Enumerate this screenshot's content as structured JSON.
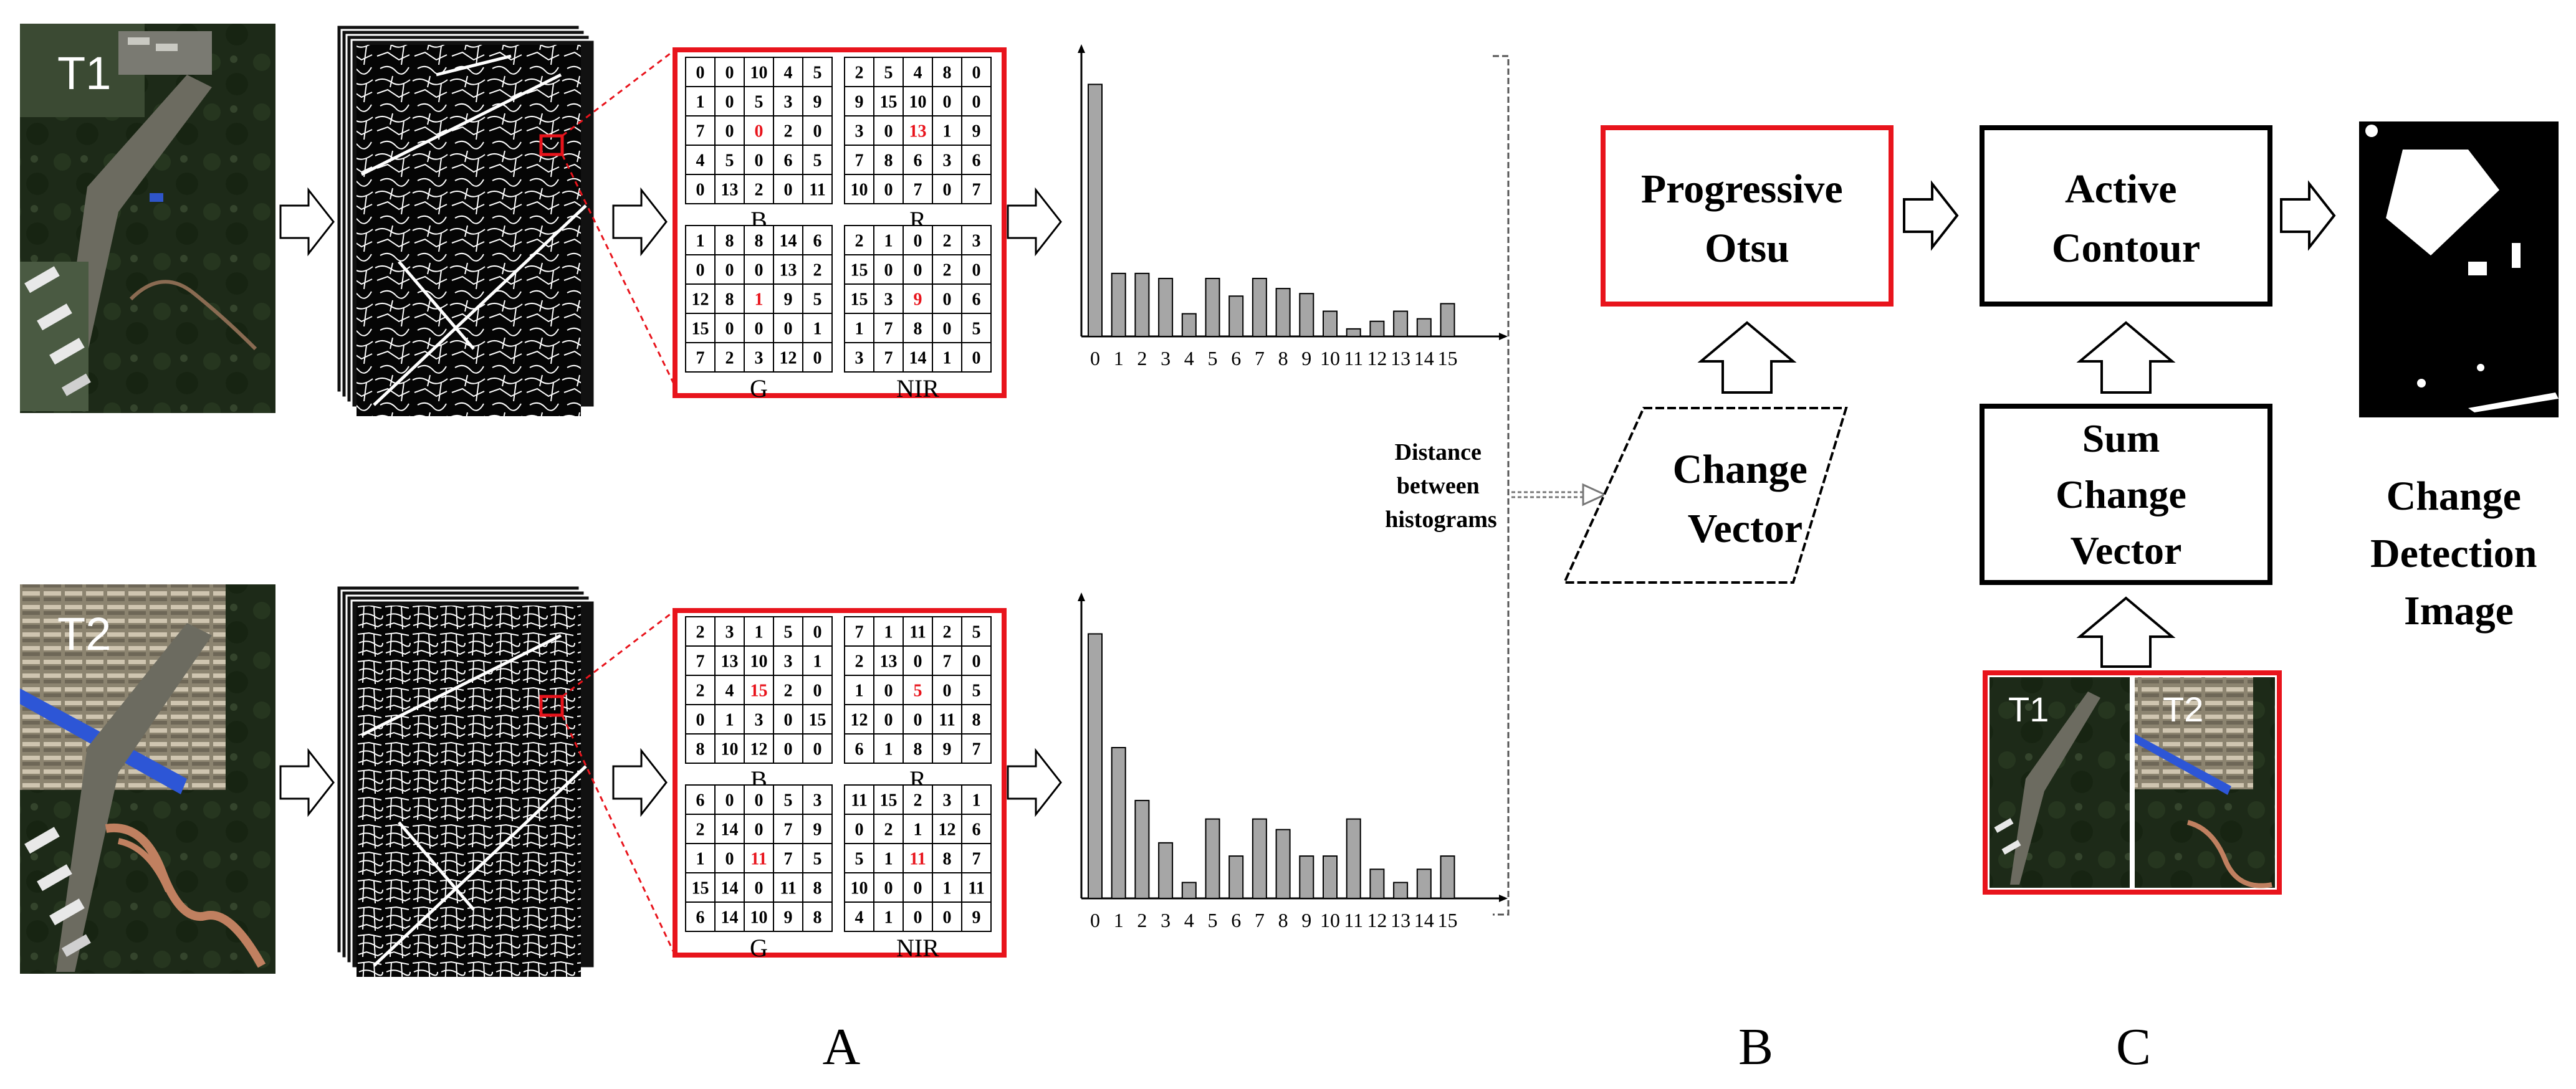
{
  "inputs": {
    "t1_label": "T1",
    "t2_label": "T2"
  },
  "section_labels": {
    "a": "A",
    "b": "B",
    "c": "C"
  },
  "lbp_grids": {
    "t1": {
      "B": [
        [
          0,
          0,
          10,
          4,
          5
        ],
        [
          1,
          0,
          5,
          3,
          9
        ],
        [
          7,
          0,
          0,
          2,
          0
        ],
        [
          4,
          5,
          0,
          6,
          5
        ],
        [
          0,
          13,
          2,
          0,
          11
        ]
      ],
      "R": [
        [
          2,
          5,
          4,
          8,
          0
        ],
        [
          9,
          15,
          10,
          0,
          0
        ],
        [
          3,
          0,
          13,
          1,
          9
        ],
        [
          7,
          8,
          6,
          3,
          6
        ],
        [
          10,
          0,
          7,
          0,
          7
        ]
      ],
      "G": [
        [
          1,
          8,
          8,
          14,
          6
        ],
        [
          0,
          0,
          0,
          13,
          2
        ],
        [
          12,
          8,
          1,
          9,
          5
        ],
        [
          15,
          0,
          0,
          0,
          1
        ],
        [
          7,
          2,
          3,
          12,
          0
        ]
      ],
      "NIR": [
        [
          2,
          1,
          0,
          2,
          3
        ],
        [
          15,
          0,
          0,
          2,
          0
        ],
        [
          15,
          3,
          9,
          0,
          6
        ],
        [
          1,
          7,
          8,
          0,
          5
        ],
        [
          3,
          7,
          14,
          1,
          0
        ]
      ]
    },
    "t2": {
      "B": [
        [
          2,
          3,
          1,
          5,
          0
        ],
        [
          7,
          13,
          10,
          3,
          1
        ],
        [
          2,
          4,
          15,
          2,
          0
        ],
        [
          0,
          1,
          3,
          0,
          15
        ],
        [
          8,
          10,
          12,
          0,
          0
        ]
      ],
      "R": [
        [
          7,
          1,
          11,
          2,
          5
        ],
        [
          2,
          13,
          0,
          7,
          0
        ],
        [
          1,
          0,
          5,
          0,
          5
        ],
        [
          12,
          0,
          0,
          11,
          8
        ],
        [
          6,
          1,
          8,
          9,
          7
        ]
      ],
      "G": [
        [
          6,
          0,
          0,
          5,
          3
        ],
        [
          2,
          14,
          0,
          7,
          9
        ],
        [
          1,
          0,
          11,
          7,
          5
        ],
        [
          15,
          14,
          0,
          11,
          8
        ],
        [
          6,
          14,
          10,
          9,
          8
        ]
      ],
      "NIR": [
        [
          11,
          15,
          2,
          3,
          1
        ],
        [
          0,
          2,
          1,
          12,
          6
        ],
        [
          5,
          1,
          11,
          8,
          7
        ],
        [
          10,
          0,
          0,
          1,
          11
        ],
        [
          4,
          1,
          0,
          0,
          9
        ]
      ]
    },
    "band_labels": [
      "B",
      "R",
      "G",
      "NIR"
    ],
    "highlight_color": "#e8141c"
  },
  "chart_data": [
    {
      "type": "bar",
      "categories": [
        "0",
        "1",
        "2",
        "3",
        "4",
        "5",
        "6",
        "7",
        "8",
        "9",
        "10",
        "11",
        "12",
        "13",
        "14",
        "15"
      ],
      "values": [
        100,
        25,
        25,
        23,
        9,
        23,
        16,
        23,
        19,
        17,
        10,
        3,
        6,
        10,
        7,
        13
      ],
      "title": "",
      "xlabel": "",
      "ylabel": "",
      "ylim": [
        0,
        110
      ]
    },
    {
      "type": "bar",
      "categories": [
        "0",
        "1",
        "2",
        "3",
        "4",
        "5",
        "6",
        "7",
        "8",
        "9",
        "10",
        "11",
        "12",
        "13",
        "14",
        "15"
      ],
      "values": [
        100,
        57,
        37,
        21,
        6,
        30,
        16,
        30,
        26,
        16,
        16,
        30,
        11,
        6,
        11,
        16
      ],
      "title": "",
      "xlabel": "",
      "ylabel": "",
      "ylim": [
        0,
        110
      ]
    }
  ],
  "distance_label": [
    "Distance",
    "between",
    "histograms"
  ],
  "boxes": {
    "progressive_otsu": [
      "Progressive",
      "Otsu"
    ],
    "change_vector": [
      "Change",
      "Vector"
    ],
    "active_contour": [
      "Active",
      "Contour"
    ],
    "sum_change_vector": [
      "Sum",
      "Change",
      "Vector"
    ],
    "change_detection_image": [
      "Change",
      "Detection",
      "Image"
    ]
  },
  "colors": {
    "accent_red": "#e8141c",
    "bar_fill": "#a6a6a6",
    "line": "#000000"
  }
}
